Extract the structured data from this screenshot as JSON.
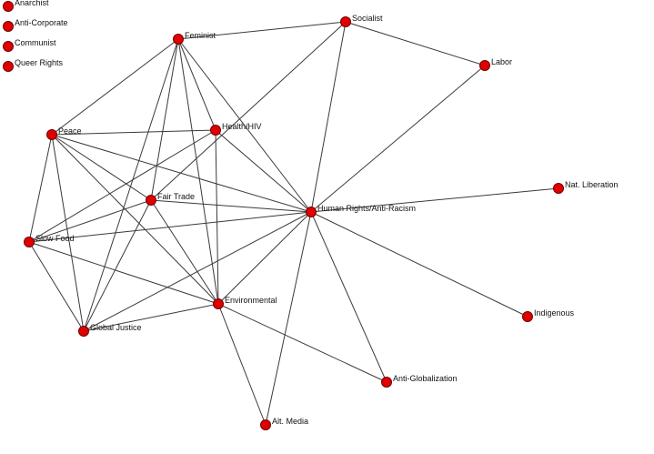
{
  "network": {
    "node_color": "#e00000",
    "edge_color": "#3a3a3a",
    "isolates": [
      "Anarchist",
      "Anti-Corporate",
      "Communist",
      "Queer Rights"
    ],
    "nodes": [
      {
        "id": "Feminist",
        "label": "Feminist"
      },
      {
        "id": "Socialist",
        "label": "Socialist"
      },
      {
        "id": "Labor",
        "label": "Labor"
      },
      {
        "id": "Peace",
        "label": "Peace"
      },
      {
        "id": "HealthHIV",
        "label": "Health/HIV"
      },
      {
        "id": "FairTrade",
        "label": "Fair Trade"
      },
      {
        "id": "HumanRights",
        "label": "Human Rights/Anti-Racism"
      },
      {
        "id": "NatLiberation",
        "label": "Nat. Liberation"
      },
      {
        "id": "SlowFood",
        "label": "Slow Food"
      },
      {
        "id": "Environmental",
        "label": "Environmental"
      },
      {
        "id": "GlobalJustice",
        "label": "Global Justice"
      },
      {
        "id": "Indigenous",
        "label": "Indigenous"
      },
      {
        "id": "AntiGlobalization",
        "label": "Anti-Globalization"
      },
      {
        "id": "AltMedia",
        "label": "Alt. Media"
      }
    ],
    "edges": [
      [
        "Feminist",
        "Socialist"
      ],
      [
        "Feminist",
        "Peace"
      ],
      [
        "Feminist",
        "HealthHIV"
      ],
      [
        "Feminist",
        "FairTrade"
      ],
      [
        "Feminist",
        "HumanRights"
      ],
      [
        "Feminist",
        "Environmental"
      ],
      [
        "Feminist",
        "GlobalJustice"
      ],
      [
        "Socialist",
        "Labor"
      ],
      [
        "Socialist",
        "HumanRights"
      ],
      [
        "Socialist",
        "FairTrade"
      ],
      [
        "Labor",
        "HumanRights"
      ],
      [
        "Peace",
        "HealthHIV"
      ],
      [
        "Peace",
        "FairTrade"
      ],
      [
        "Peace",
        "HumanRights"
      ],
      [
        "Peace",
        "SlowFood"
      ],
      [
        "Peace",
        "Environmental"
      ],
      [
        "Peace",
        "GlobalJustice"
      ],
      [
        "HealthHIV",
        "HumanRights"
      ],
      [
        "HealthHIV",
        "Environmental"
      ],
      [
        "HealthHIV",
        "SlowFood"
      ],
      [
        "FairTrade",
        "HumanRights"
      ],
      [
        "FairTrade",
        "SlowFood"
      ],
      [
        "FairTrade",
        "Environmental"
      ],
      [
        "FairTrade",
        "GlobalJustice"
      ],
      [
        "HumanRights",
        "NatLiberation"
      ],
      [
        "HumanRights",
        "SlowFood"
      ],
      [
        "HumanRights",
        "Environmental"
      ],
      [
        "HumanRights",
        "GlobalJustice"
      ],
      [
        "HumanRights",
        "Indigenous"
      ],
      [
        "HumanRights",
        "AntiGlobalization"
      ],
      [
        "HumanRights",
        "AltMedia"
      ],
      [
        "SlowFood",
        "Environmental"
      ],
      [
        "SlowFood",
        "GlobalJustice"
      ],
      [
        "Environmental",
        "GlobalJustice"
      ],
      [
        "Environmental",
        "AntiGlobalization"
      ],
      [
        "Environmental",
        "AltMedia"
      ]
    ]
  }
}
